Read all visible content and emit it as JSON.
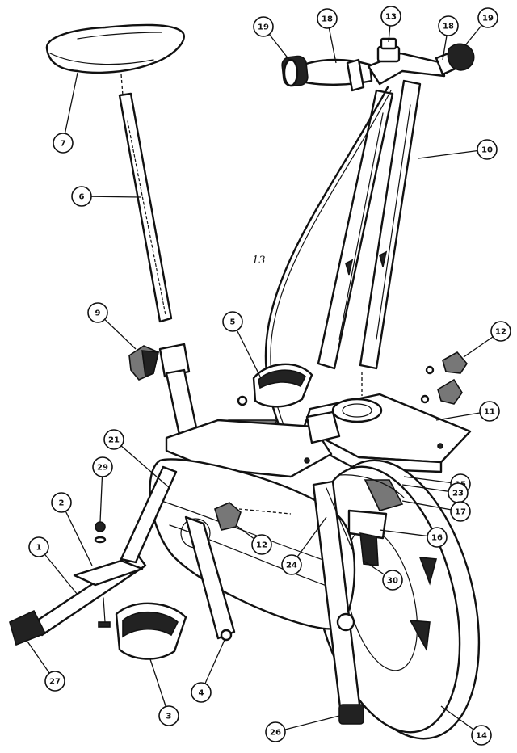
{
  "diagram": {
    "callouts": [
      {
        "id": "c19a",
        "label": "19"
      },
      {
        "id": "c18a",
        "label": "18"
      },
      {
        "id": "c13top",
        "label": "13"
      },
      {
        "id": "c18b",
        "label": "18"
      },
      {
        "id": "c19b",
        "label": "19"
      },
      {
        "id": "c7",
        "label": "7"
      },
      {
        "id": "c10",
        "label": "10"
      },
      {
        "id": "c6",
        "label": "6"
      },
      {
        "id": "c9",
        "label": "9"
      },
      {
        "id": "c5",
        "label": "5"
      },
      {
        "id": "c12a",
        "label": "12"
      },
      {
        "id": "c11",
        "label": "11"
      },
      {
        "id": "c21",
        "label": "21"
      },
      {
        "id": "c29",
        "label": "29"
      },
      {
        "id": "c15",
        "label": "15"
      },
      {
        "id": "c23",
        "label": "23"
      },
      {
        "id": "c17",
        "label": "17"
      },
      {
        "id": "c2",
        "label": "2"
      },
      {
        "id": "c12b",
        "label": "12"
      },
      {
        "id": "c16",
        "label": "16"
      },
      {
        "id": "c1",
        "label": "1"
      },
      {
        "id": "c24",
        "label": "24"
      },
      {
        "id": "c30",
        "label": "30"
      },
      {
        "id": "c27",
        "label": "27"
      },
      {
        "id": "c4",
        "label": "4"
      },
      {
        "id": "c3",
        "label": "3"
      },
      {
        "id": "c26",
        "label": "26"
      },
      {
        "id": "c14",
        "label": "14"
      }
    ],
    "cable_label": "13"
  }
}
